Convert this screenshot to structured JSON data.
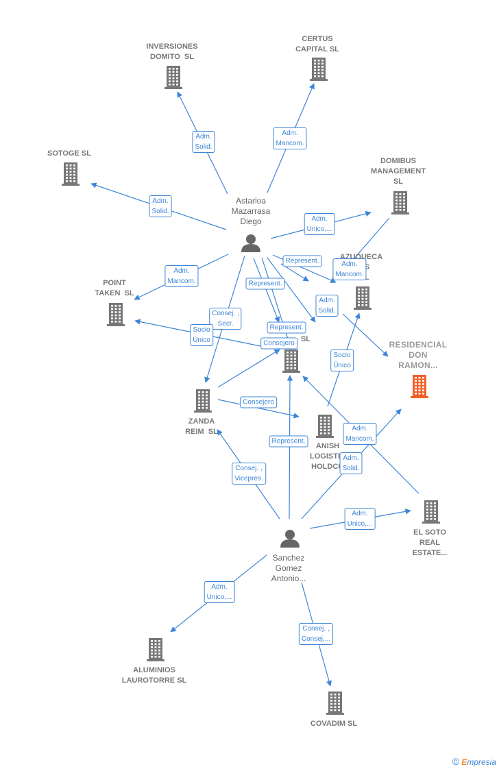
{
  "nodes": {
    "inversiones": {
      "label": "INVERSIONES\nDOMITO  SL",
      "type": "company"
    },
    "certus": {
      "label": "CERTUS\nCAPITAL SL",
      "type": "company"
    },
    "sotoge": {
      "label": "SOTOGE SL",
      "type": "company"
    },
    "domibus": {
      "label": "DOMIBUS\nMANAGEMENT\nSL",
      "type": "company"
    },
    "astarloa": {
      "label": "Astarloa\nMazarrasa\nDiego",
      "type": "person"
    },
    "azuqueca": {
      "label": "AZUQUECA\n   CS\n   SL",
      "type": "company"
    },
    "point": {
      "label": "POINT\nTAKEN  SL",
      "type": "company"
    },
    "residencial": {
      "label": "RESIDENCIAL\nDON\nRAMON...",
      "type": "focus"
    },
    "central": {
      "label": "SL",
      "type": "company"
    },
    "zanda": {
      "label": "ZANDA\nREIM  SL",
      "type": "company"
    },
    "spanish": {
      "label": "ANISH\nLOGISTIC\nHOLDCO",
      "type": "company"
    },
    "elsoto": {
      "label": "EL SOTO\nREAL\nESTATE...",
      "type": "company"
    },
    "sanchez": {
      "label": "Sanchez\nGomez\nAntonio...",
      "type": "person"
    },
    "aluminios": {
      "label": "ALUMINIOS\nLAUROTORRE SL",
      "type": "company"
    },
    "covadim": {
      "label": "COVADIM SL",
      "type": "company"
    }
  },
  "edge_labels": [
    "Adm.\nSolid.",
    "Adm.\nMancom.",
    "Adm.\nSolid.",
    "Adm.\nUnico,...",
    "Adm.\nMancom.",
    "Represent.",
    "Adm.\nMancom.",
    "Represent.",
    "Adm.\nSolid.",
    "Consej. ,\nSecr.",
    "Represent.",
    "Socio\nÚnico",
    "Consejero",
    "Socio\nÚnico",
    "Consejero",
    "Represent.",
    "Adm.\nMancom.",
    "Consej. ,\nVicepres.",
    "Adm.\nSolid.",
    "Adm.\nUnico,...",
    "Adm.\nUnico,...",
    "Consej. ,\nConsej...."
  ],
  "colors": {
    "edge": "#3d85d6",
    "company": "#777777",
    "focus": "#f0602a",
    "person": "#666666"
  },
  "brand": {
    "symbol": "©",
    "first": "E",
    "rest": "mpresia"
  }
}
